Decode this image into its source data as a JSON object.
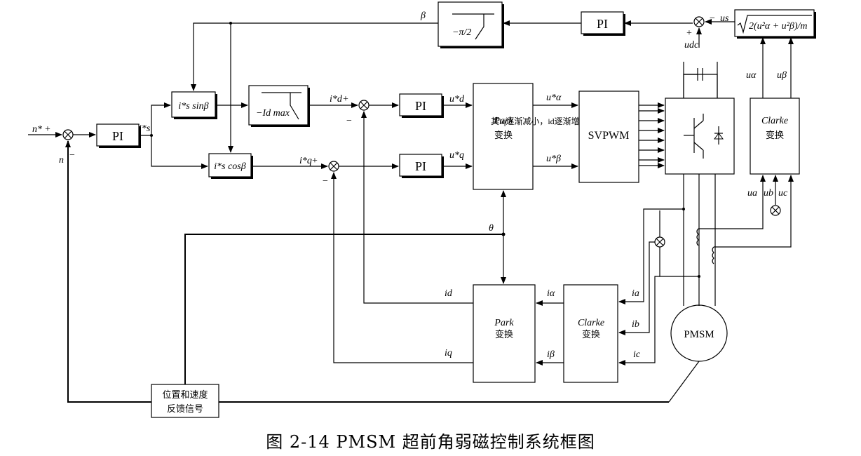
{
  "diagram": {
    "caption": "图 2-14 PMSM 超前角弱磁控制系统框图",
    "blocks": {
      "pi_speed": "PI",
      "pi_d": "PI",
      "pi_q": "PI",
      "pi_field": "PI",
      "inv_park_line1": "Park",
      "inv_park_line2": "变换",
      "svpwm": "SVPWM",
      "park_name": "Park",
      "park_sub": "变换",
      "clarke_name": "Clarke",
      "clarke_sub": "变换",
      "clarke_top_name": "Clarke",
      "clarke_top_sub": "变换",
      "pmsm": "PMSM",
      "feedback_line1": "位置和速度",
      "feedback_line2": "反馈信号",
      "sqrt_expr": "2(u²α + u²β)/m",
      "limiter_beta_label": "−π/2",
      "limiter_id_label": "−Id max",
      "is_sin": "i*s sinβ",
      "is_cos": "i*s cosβ"
    },
    "annotation": "其iq逐渐减小，id逐渐增",
    "signals": {
      "n_ref": "n*",
      "n": "n",
      "plus": "+",
      "minus": "−",
      "is_ref": "i*s",
      "id_ref": "i*d",
      "iq_ref": "i*q",
      "ud_ref": "u*d",
      "uq_ref": "u*q",
      "ualpha_ref": "u*α",
      "ubeta_ref": "u*β",
      "beta": "β",
      "theta": "θ",
      "us": "us",
      "udc": "udc",
      "ualpha": "uα",
      "ubeta": "uβ",
      "ua": "ua",
      "ub": "ub",
      "uc": "uc",
      "ia": "ia",
      "ib": "ib",
      "ic": "ic",
      "ialpha": "iα",
      "ibeta": "iβ",
      "id": "id",
      "iq": "iq"
    }
  }
}
